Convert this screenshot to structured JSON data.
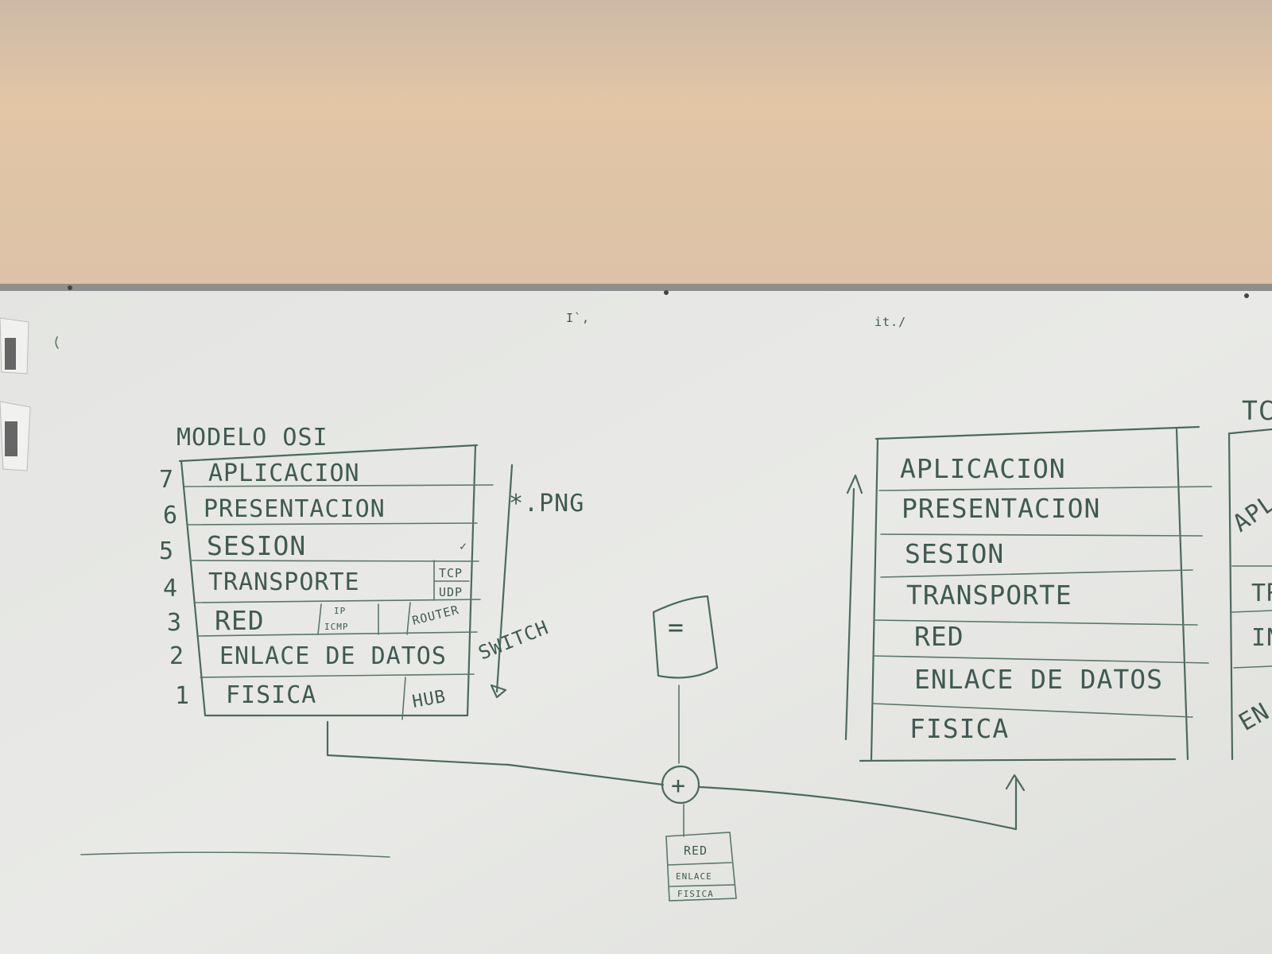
{
  "left_stack": {
    "title": "MODELO OSI",
    "numbers": [
      "7",
      "6",
      "5",
      "4",
      "3",
      "2",
      "1"
    ],
    "layers": [
      "APLICACION",
      "PRESENTACION",
      "SESION",
      "TRANSPORTE",
      "RED",
      "ENLACE DE DATOS",
      "FISICA"
    ],
    "protocols": {
      "tcp": "TCP",
      "udp": "UDP",
      "ip": "IP",
      "icmp": "ICMP"
    },
    "devices": {
      "router": "ROUTER",
      "switch": "SWITCH",
      "hub": "HUB"
    },
    "side_note": "*.PNG",
    "checkmark": "✓"
  },
  "right_stack": {
    "layers": [
      "APLICACION",
      "PRESENTACION",
      "SESION",
      "TRANSPORTE",
      "RED",
      "ENLACE DE DATOS",
      "FISICA"
    ]
  },
  "mid_device": {
    "layers": [
      "RED",
      "ENLACE",
      "FISICA"
    ],
    "junction": "+",
    "box_symbol": "="
  },
  "far_right_partial": {
    "title": "TC",
    "fragments": [
      "APL",
      "TR",
      "IN",
      "EN"
    ]
  },
  "wall_marks": {
    "top1": "I`,",
    "top2": "it./"
  },
  "colors": {
    "ink": "#3f5a52",
    "board": "#e6e7e3",
    "wall": "#d9bfa3",
    "frame": "#8e8e8e"
  }
}
